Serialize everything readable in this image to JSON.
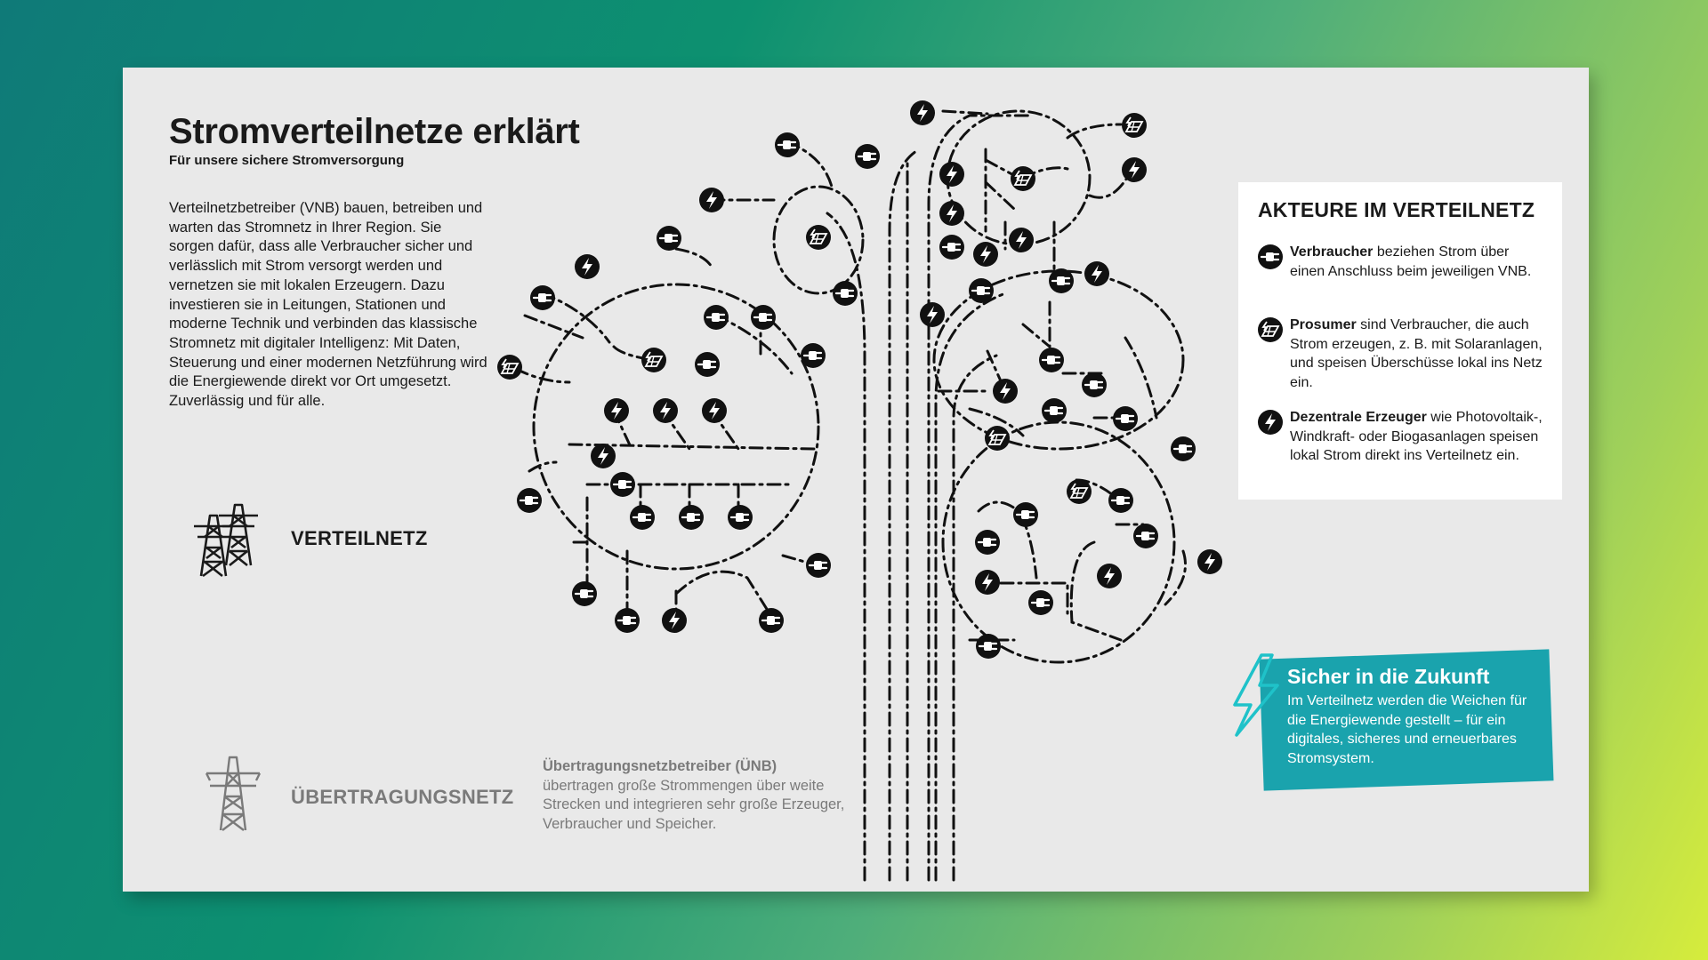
{
  "title": "Stromverteilnetze erklärt",
  "subtitle": "Für unsere sichere Stromversorgung",
  "intro": "Verteilnetzbetreiber (VNB) bauen, betreiben und warten das Stromnetz in Ihrer Region. Sie sorgen dafür, dass alle Verbraucher sicher und verlässlich mit Strom versorgt werden und vernetzen sie mit lokalen Erzeugern. Dazu investieren sie in Leitungen, Stationen und moderne Technik und verbinden das klassische Stromnetz mit digitaler Intelligenz: Mit Daten, Steuerung und einer modernen Netz­führung wird die Energiewende direkt vor Ort umgesetzt. Zuverlässig und für alle.",
  "verteilnetz_label": "VERTEILNETZ",
  "uebertragungsnetz_label": "ÜBERTRAGUNGSNETZ",
  "uenb": {
    "heading": "Übertragungsnetzbetreiber (ÜNB)",
    "text": "übertragen große Strommengen über weite Strecken und integrieren sehr große Erzeuger, Verbraucher und Speicher."
  },
  "panel": {
    "title": "AKTEURE IM VERTEILNETZ",
    "entries": [
      {
        "icon": "plug-icon",
        "term": "Verbraucher",
        "text": " beziehen Strom über einen Anschluss beim jeweiligen VNB."
      },
      {
        "icon": "solar-icon",
        "term": "Prosumer",
        "text": " sind Verbraucher, die auch Strom erzeugen, z. B. mit Solaranlagen, und speisen Überschüsse lokal ins Netz ein."
      },
      {
        "icon": "bolt-icon",
        "term": "Dezentrale Erzeuger",
        "text": " wie Photovoltaik-, Windkraft- oder Biogasanlagen speisen lokal Strom direkt ins Verteilnetz ein."
      }
    ]
  },
  "banner": {
    "title": "Sicher in die Zukunft",
    "text": "Im Verteilnetz werden die Weichen für die Energiewende gestellt – für ein digitales, sicheres und erneuerbares Stromsystem."
  },
  "colors": {
    "dark": "#1a1a1a",
    "grey": "#7a7a7a",
    "teal": "#1aa3ad",
    "card": "#e9e9e9"
  }
}
